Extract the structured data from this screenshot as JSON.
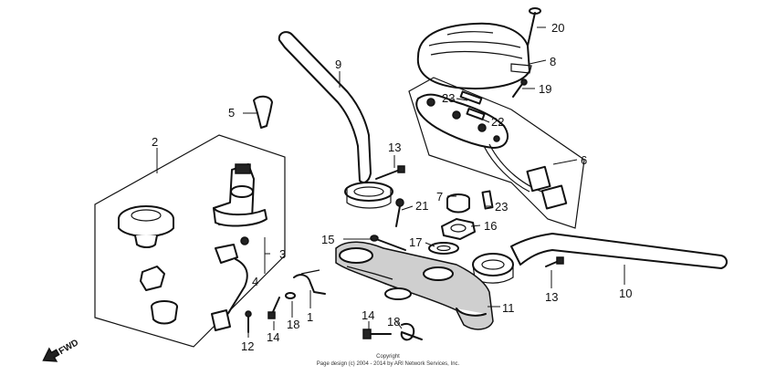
{
  "callouts": [
    {
      "id": "c20",
      "text": "20"
    },
    {
      "id": "c8",
      "text": "8"
    },
    {
      "id": "c19",
      "text": "19"
    },
    {
      "id": "c23a",
      "text": "23"
    },
    {
      "id": "c22",
      "text": "22"
    },
    {
      "id": "c6",
      "text": "6"
    },
    {
      "id": "c9",
      "text": "9"
    },
    {
      "id": "c5",
      "text": "5"
    },
    {
      "id": "c2",
      "text": "2"
    },
    {
      "id": "c13a",
      "text": "13"
    },
    {
      "id": "c7",
      "text": "7"
    },
    {
      "id": "c23b",
      "text": "23"
    },
    {
      "id": "c21",
      "text": "21"
    },
    {
      "id": "c16",
      "text": "16"
    },
    {
      "id": "c15",
      "text": "15"
    },
    {
      "id": "c17",
      "text": "17"
    },
    {
      "id": "c3",
      "text": "3"
    },
    {
      "id": "c4",
      "text": "4"
    },
    {
      "id": "c10",
      "text": "10"
    },
    {
      "id": "c13b",
      "text": "13"
    },
    {
      "id": "c1",
      "text": "1"
    },
    {
      "id": "c11",
      "text": "11"
    },
    {
      "id": "c14a",
      "text": "14"
    },
    {
      "id": "c18a",
      "text": "18"
    },
    {
      "id": "c14b",
      "text": "14"
    },
    {
      "id": "c18b",
      "text": "18"
    },
    {
      "id": "c12",
      "text": "12"
    }
  ],
  "fwd_label": "FWD",
  "copyright_line1": "Copyright",
  "copyright_line2": "Page design (c) 2004 - 2014 by ARI Network Services, Inc."
}
